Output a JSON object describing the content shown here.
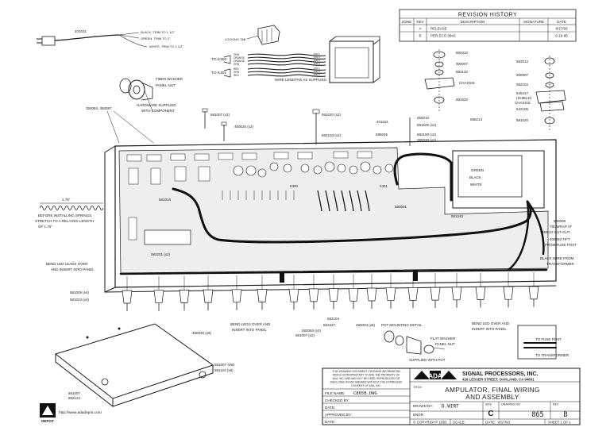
{
  "revision": {
    "heading": "REVISION HISTORY",
    "columns": [
      "ZONE",
      "REV",
      "DESCRIPTION",
      "SIGNATURE",
      "DATE"
    ],
    "rows": [
      {
        "zone": "",
        "rev": "A",
        "desc": "RELEASE",
        "sig": "",
        "date": "8/17/93"
      },
      {
        "zone": "",
        "rev": "B",
        "desc": "PER ECO 0843",
        "sig": "",
        "date": "6-19-95"
      }
    ]
  },
  "labels": {
    "power_cord_part": "401031",
    "wire_black": "BLACK, TRIM TO 1 1/2\"",
    "wire_green": "GREEN, TRIM TO 2\"",
    "wire_white": "WHITE, TRIM TO 1 1/2\"",
    "locking_tab": "LOCKING TAB",
    "to_k300": "TO K300",
    "to_k301": "TO K301",
    "k300_wires": [
      "GRN",
      "ORANGE",
      "ORANGE",
      "GRN"
    ],
    "k301_wires": [
      "RED",
      "GRN",
      "RED"
    ],
    "pins": [
      "PIN 1",
      "PIN 2",
      "PIN 3",
      "PIN 4",
      "PIN 1",
      "PIN 2",
      "PIN 3"
    ],
    "wire_lengths": "WIRE LENGTHS AS SUPPLIED",
    "fiber_washer": "FIBER WASHER",
    "panel_nut": "PANEL NUT",
    "hardware_supplied": "HARDWARE SUPPLIED",
    "with_component": "WITH COMPONENT",
    "parts_left_top": "350084, 350087",
    "p581007_x2": "581007 (x2)",
    "p460025_x2": "460025 (x2)",
    "p581020": "581020 (x2)",
    "p582103": "582103 (x2)",
    "p401031": "401031",
    "p586035": "586035",
    "p450010": "450010",
    "p581025": "581025 (x2)",
    "p582100": "582100 (x2)",
    "p380030": "380030 (x2)",
    "p588214": "588214",
    "hw_582010": "582010",
    "hw_300007": "300007",
    "hw_582120": "582120",
    "chassis": "CHASSIS",
    "hw_581020": "581020",
    "rhw_582012": "582012",
    "rhw_300007": "300007",
    "rhw_582103": "582103",
    "rhw_545417": "545417",
    "rhw_shield": "(SHIELD)",
    "rhw_chassis": "CHASSIS",
    "rhw_542105": "542105",
    "rhw_581020": "581020",
    "green": "GREEN",
    "black": "BLACK",
    "white": "WHITE",
    "k300": "K300",
    "k301": "K301",
    "p580001": "580001",
    "p581016": "581016",
    "p583201": "583201 (x2)",
    "p581240": "581240",
    "spring_dim": "1.75\"",
    "spring_note_1": "BEFORE INSTALLING SPRINGS,",
    "spring_note_2": "STRETCH TO A RELAXED LENGTH",
    "spring_note_3": "OF 1.75\"",
    "tie_wrap_1": "580008",
    "tie_wrap_2": "TIE WRAP AT",
    "tie_wrap_3": "SHIELD CUT-OUT.",
    "fuse_post_1": "400283 TIFT",
    "fuse_post_2": "FROM FUSE POST",
    "black_wire_1": "BLACK WIRE FROM",
    "black_wire_2": "TRANSFORMER",
    "bend_led_left_1": "BEND LED LEADS OVER",
    "bend_led_left_2": "AND INSERT INTO PANEL",
    "p581005_x4": "581005 (x4)",
    "p581023_x4": "581023 (x4)",
    "p582104": "582104",
    "p581027": "581027",
    "p460033_x6": "460033 (x6)",
    "p460025_x8": "460025 (x8)",
    "p582093_x2": "582093 (x2)",
    "p581007_x2b": "581007 (x2)",
    "bend_legs_1": "BEND LEGS OVER AND",
    "bend_legs_2": "INSERT INTO PANEL",
    "pot_detail": "POT MOUNTING DETAIL",
    "flat_washer": "FLAT WASHER",
    "panel_nut_2": "PANEL NUT",
    "supplied_with_pot": "SUPPLIED WITH POT",
    "bend_led_right_1": "BEND LED OVER AND",
    "bend_led_right_2": "INSERT INTO PANEL",
    "to_fuse_post": "TO FUSE POST",
    "to_transformer": "TO TRANSFORMER",
    "rack_parts_1": "581007 AND",
    "rack_parts_2": "581124 (x8)",
    "rack_parts_3": "581007",
    "rack_parts_4": "582124"
  },
  "title_block": {
    "proprietary": [
      "THIS DRAWING DOCUMENT CONTAINS INFORMATION",
      "WHICH IS PROPRIETARY TO AND THE PROPERTY OF",
      "ADA, INC. AND MAY NOT BE USED, REPRODUCED OR",
      "DISCLOSED IN ANY MANNER WITHOUT THE EXPRESSED",
      "CONSENT OF ADA, INC."
    ],
    "logo": "ADA",
    "company": "SIGNAL PROCESSORS, INC.",
    "address": "420 LESSER STREET, OAKLAND, CA 94601",
    "title_label": "TITLE:",
    "title_1": "AMPULATOR, FINAL WIRING",
    "title_2": "AND ASSEMBLY",
    "file_label": "FILE NAME:",
    "file_value": "C865B.DWG",
    "checked_label": "CHECKED BY:",
    "date_label": "DATE:",
    "approved_label": "APPROVED BY:",
    "date2_label": "DATE:",
    "drawn_label": "DRAWN BY:",
    "drawn_value": "D.WIRT",
    "engr_label": "ENGR",
    "size_label": "SIZE",
    "size_value": "C",
    "drawing_label": "DRAWING NO.",
    "drawing_value": "865",
    "rev_label": "REV",
    "rev_value": "B",
    "copyright": "© COPYRIGHT 1993",
    "scale_label": "SCALE:",
    "date3_label": "DATE:",
    "date3_value": "8/17/93",
    "sheet": "SHEET 1 OF 1"
  },
  "watermark": {
    "site": "http://www.adadepot.com",
    "brand": "DEPOT"
  }
}
